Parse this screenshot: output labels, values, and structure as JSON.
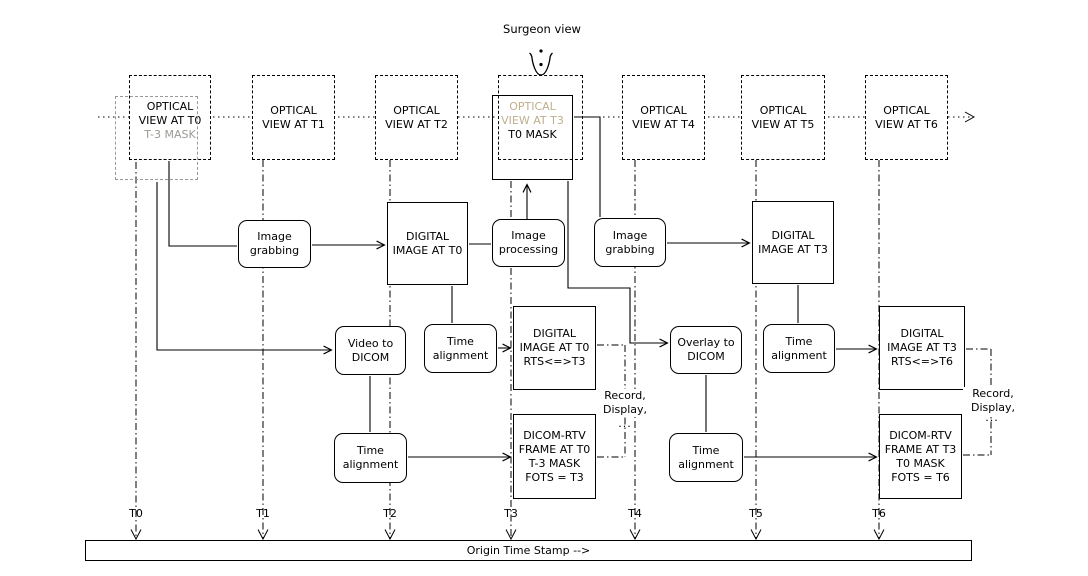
{
  "surgeon_view_label": "Surgeon view",
  "optical_row": [
    {
      "label": "OPTICAL\nVIEW AT T0",
      "mask_label": "T-3 MASK"
    },
    {
      "label": "OPTICAL\nVIEW AT T1"
    },
    {
      "label": "OPTICAL\nVIEW AT T2"
    },
    {
      "label": "OPTICAL\nVIEW AT T3",
      "mask_label": "T0 MASK"
    },
    {
      "label": "OPTICAL\nVIEW AT T4"
    },
    {
      "label": "OPTICAL\nVIEW AT T5"
    },
    {
      "label": "OPTICAL\nVIEW AT T6"
    }
  ],
  "process_boxes": {
    "image_grabbing_1": "Image\ngrabbing",
    "digital_image_t0": "DIGITAL\nIMAGE AT T0",
    "image_processing": "Image\nprocessing",
    "image_grabbing_2": "Image\ngrabbing",
    "digital_image_t3": "DIGITAL\nIMAGE AT T3",
    "video_to_dicom": "Video to\nDICOM",
    "time_alignment_1": "Time\nalignment",
    "digital_image_t0_rts": "DIGITAL\nIMAGE AT T0\nRTS<=>T3",
    "overlay_to_dicom": "Overlay to\nDICOM",
    "time_alignment_2": "Time\nalignment",
    "digital_image_t3_rts": "DIGITAL\nIMAGE AT T3\nRTS<=>T6",
    "time_alignment_3": "Time\nalignment",
    "dicom_rtv_frame_t0": "DICOM-RTV\nFRAME AT T0\nT-3 MASK\nFOTS = T3",
    "time_alignment_4": "Time\nalignment",
    "dicom_rtv_frame_t3": "DICOM-RTV\nFRAME AT T3\nT0 MASK\nFOTS = T6"
  },
  "annotations": {
    "record_display_left": "Record,\nDisplay,",
    "record_display_right": "Record,\nDisplay,",
    "ellipsis": "···"
  },
  "timeline": {
    "ticks": [
      "T0",
      "T1",
      "T2",
      "T3",
      "T4",
      "T5",
      "T6"
    ],
    "bar_label": "Origin Time Stamp --&gt;"
  },
  "colors": {
    "mask_gray": "#9a9a94",
    "mask_tan": "#bfae8c",
    "line": "#000000"
  }
}
